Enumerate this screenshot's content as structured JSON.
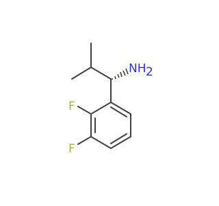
{
  "molecule": {
    "atoms": {
      "amine": "NH",
      "amine_h2_subscript": "2",
      "fluorine_upper": "F",
      "fluorine_lower": "F"
    },
    "colors": {
      "bond": "#404040",
      "nitrogen": "#2d33d6",
      "fluorine": "#a8b04a"
    }
  }
}
